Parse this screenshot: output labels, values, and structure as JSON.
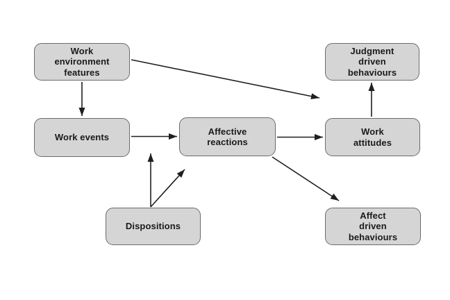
{
  "diagram": {
    "title": "Affective events theory flow diagram",
    "colors": {
      "background": "#ffffff",
      "node_fill": "#d5d5d5",
      "node_border": "#6b6b6b",
      "arrow": "#1f1f1f",
      "text": "#1a1a1a"
    },
    "nodes": {
      "work_environment_features": {
        "label": "Work\nenvironment\nfeatures"
      },
      "work_events": {
        "label": "Work events"
      },
      "affective_reactions": {
        "label": "Affective\nreactions"
      },
      "work_attitudes": {
        "label": "Work\nattitudes"
      },
      "judgment_driven_behaviours": {
        "label": "Judgment\ndriven\nbehaviours"
      },
      "affect_driven_behaviours": {
        "label": "Affect\ndriven\nbehaviours"
      },
      "dispositions": {
        "label": "Dispositions"
      }
    },
    "edges": [
      {
        "from": "work_environment_features",
        "to": "work_events"
      },
      {
        "from": "work_environment_features",
        "to": "work_attitudes_area"
      },
      {
        "from": "work_events",
        "to": "affective_reactions"
      },
      {
        "from": "affective_reactions",
        "to": "work_attitudes"
      },
      {
        "from": "affective_reactions",
        "to": "affect_driven_behaviours"
      },
      {
        "from": "work_attitudes",
        "to": "judgment_driven_behaviours"
      },
      {
        "from": "dispositions",
        "to": "work_events_affective_reactions_link"
      },
      {
        "from": "dispositions",
        "to": "affective_reactions"
      }
    ]
  }
}
